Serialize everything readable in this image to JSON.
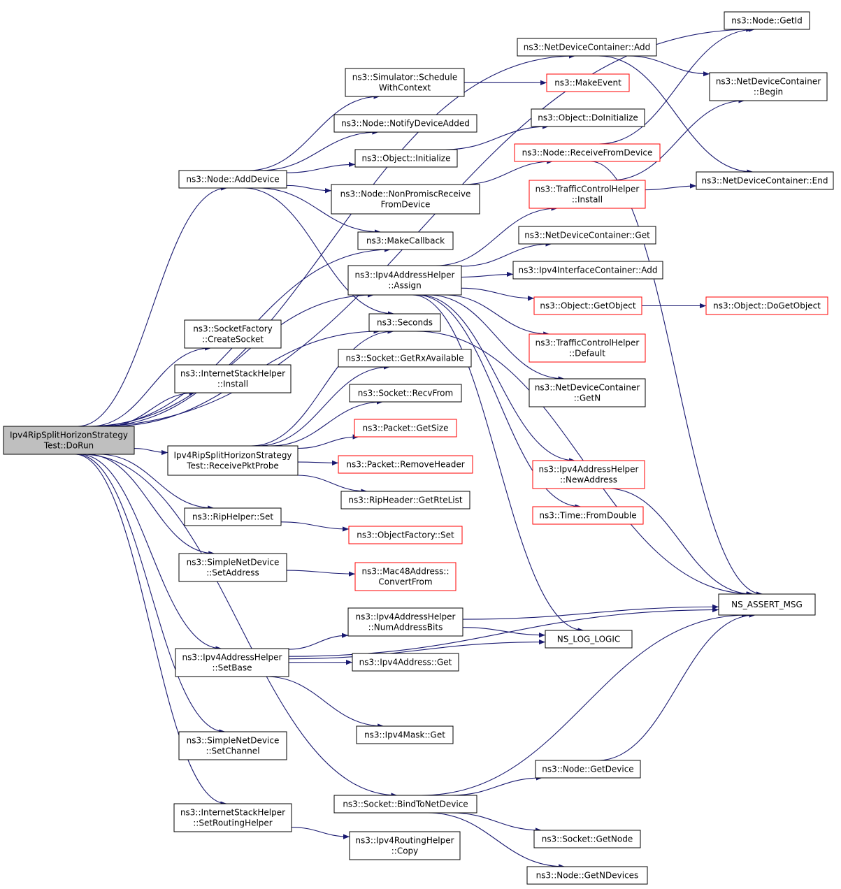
{
  "colors": {
    "edge": "#191970",
    "border_normal": "#000000",
    "border_truncated": "#ff0000",
    "fill_normal": "#ffffff",
    "fill_root": "#bfbfbf"
  },
  "nodes": [
    {
      "id": "dorun",
      "lines": [
        "Ipv4RipSplitHorizonStrategy",
        "Test::DoRun"
      ],
      "style": "root"
    },
    {
      "id": "nodegetid",
      "lines": [
        "ns3::Node::GetId"
      ],
      "style": "normal"
    },
    {
      "id": "ndcadd",
      "lines": [
        "ns3::NetDeviceContainer::Add"
      ],
      "style": "normal"
    },
    {
      "id": "schedctx",
      "lines": [
        "ns3::Simulator::Schedule",
        "WithContext"
      ],
      "style": "normal"
    },
    {
      "id": "makeevent",
      "lines": [
        "ns3::MakeEvent"
      ],
      "style": "truncated"
    },
    {
      "id": "ndcbegin",
      "lines": [
        "ns3::NetDeviceContainer",
        "::Begin"
      ],
      "style": "normal"
    },
    {
      "id": "notifydev",
      "lines": [
        "ns3::Node::NotifyDeviceAdded"
      ],
      "style": "normal"
    },
    {
      "id": "objdoinit",
      "lines": [
        "ns3::Object::DoInitialize"
      ],
      "style": "normal"
    },
    {
      "id": "objinit",
      "lines": [
        "ns3::Object::Initialize"
      ],
      "style": "normal"
    },
    {
      "id": "recvfromdev",
      "lines": [
        "ns3::Node::ReceiveFromDevice"
      ],
      "style": "truncated"
    },
    {
      "id": "adddevice",
      "lines": [
        "ns3::Node::AddDevice"
      ],
      "style": "normal"
    },
    {
      "id": "nonpromisc",
      "lines": [
        "ns3::Node::NonPromiscReceive",
        "FromDevice"
      ],
      "style": "normal"
    },
    {
      "id": "tchinstall",
      "lines": [
        "ns3::TrafficControlHelper",
        "::Install"
      ],
      "style": "truncated"
    },
    {
      "id": "ndcend",
      "lines": [
        "ns3::NetDeviceContainer::End"
      ],
      "style": "normal"
    },
    {
      "id": "ndcget",
      "lines": [
        "ns3::NetDeviceContainer::Get"
      ],
      "style": "normal"
    },
    {
      "id": "makecallback",
      "lines": [
        "ns3::MakeCallback"
      ],
      "style": "normal"
    },
    {
      "id": "ipv4assign",
      "lines": [
        "ns3::Ipv4AddressHelper",
        "::Assign"
      ],
      "style": "normal"
    },
    {
      "id": "iicadd",
      "lines": [
        "ns3::Ipv4InterfaceContainer::Add"
      ],
      "style": "normal"
    },
    {
      "id": "getobject",
      "lines": [
        "ns3::Object::GetObject"
      ],
      "style": "truncated"
    },
    {
      "id": "dogetobject",
      "lines": [
        "ns3::Object::DoGetObject"
      ],
      "style": "truncated"
    },
    {
      "id": "sfcreatesock",
      "lines": [
        "ns3::SocketFactory",
        "::CreateSocket"
      ],
      "style": "normal"
    },
    {
      "id": "seconds",
      "lines": [
        "ns3::Seconds"
      ],
      "style": "normal"
    },
    {
      "id": "tchdefault",
      "lines": [
        "ns3::TrafficControlHelper",
        "::Default"
      ],
      "style": "truncated"
    },
    {
      "id": "getrxavail",
      "lines": [
        "ns3::Socket::GetRxAvailable"
      ],
      "style": "normal"
    },
    {
      "id": "ishinstall",
      "lines": [
        "ns3::InternetStackHelper",
        "::Install"
      ],
      "style": "normal"
    },
    {
      "id": "ndcgetn",
      "lines": [
        "ns3::NetDeviceContainer",
        "::GetN"
      ],
      "style": "normal"
    },
    {
      "id": "recvfrom",
      "lines": [
        "ns3::Socket::RecvFrom"
      ],
      "style": "normal"
    },
    {
      "id": "pktgetsize",
      "lines": [
        "ns3::Packet::GetSize"
      ],
      "style": "truncated"
    },
    {
      "id": "recvprobe",
      "lines": [
        "Ipv4RipSplitHorizonStrategy",
        "Test::ReceivePktProbe"
      ],
      "style": "normal"
    },
    {
      "id": "removeheader",
      "lines": [
        "ns3::Packet::RemoveHeader"
      ],
      "style": "truncated"
    },
    {
      "id": "newaddress",
      "lines": [
        "ns3::Ipv4AddressHelper",
        "::NewAddress"
      ],
      "style": "truncated"
    },
    {
      "id": "getrtelist",
      "lines": [
        "ns3::RipHeader::GetRteList"
      ],
      "style": "normal"
    },
    {
      "id": "riphelperset",
      "lines": [
        "ns3::RipHelper::Set"
      ],
      "style": "normal"
    },
    {
      "id": "fromdouble",
      "lines": [
        "ns3::Time::FromDouble"
      ],
      "style": "truncated"
    },
    {
      "id": "objfactset",
      "lines": [
        "ns3::ObjectFactory::Set"
      ],
      "style": "truncated"
    },
    {
      "id": "setaddress",
      "lines": [
        "ns3::SimpleNetDevice",
        "::SetAddress"
      ],
      "style": "normal"
    },
    {
      "id": "convertfrom",
      "lines": [
        "ns3::Mac48Address::",
        "ConvertFrom"
      ],
      "style": "truncated"
    },
    {
      "id": "assertmsg",
      "lines": [
        "NS_ASSERT_MSG"
      ],
      "style": "normal"
    },
    {
      "id": "numaddrbits",
      "lines": [
        "ns3::Ipv4AddressHelper",
        "::NumAddressBits"
      ],
      "style": "normal"
    },
    {
      "id": "loglogic",
      "lines": [
        "NS_LOG_LOGIC"
      ],
      "style": "normal"
    },
    {
      "id": "setbase",
      "lines": [
        "ns3::Ipv4AddressHelper",
        "::SetBase"
      ],
      "style": "normal"
    },
    {
      "id": "ipv4addrget",
      "lines": [
        "ns3::Ipv4Address::Get"
      ],
      "style": "normal"
    },
    {
      "id": "ipv4maskget",
      "lines": [
        "ns3::Ipv4Mask::Get"
      ],
      "style": "normal"
    },
    {
      "id": "setchannel",
      "lines": [
        "ns3::SimpleNetDevice",
        "::SetChannel"
      ],
      "style": "normal"
    },
    {
      "id": "nodegetdevice",
      "lines": [
        "ns3::Node::GetDevice"
      ],
      "style": "normal"
    },
    {
      "id": "bindtonetdev",
      "lines": [
        "ns3::Socket::BindToNetDevice"
      ],
      "style": "normal"
    },
    {
      "id": "setroutinghelper",
      "lines": [
        "ns3::InternetStackHelper",
        "::SetRoutingHelper"
      ],
      "style": "normal"
    },
    {
      "id": "sockgetnode",
      "lines": [
        "ns3::Socket::GetNode"
      ],
      "style": "normal"
    },
    {
      "id": "routingcopy",
      "lines": [
        "ns3::Ipv4RoutingHelper",
        "::Copy"
      ],
      "style": "normal"
    },
    {
      "id": "getndevices",
      "lines": [
        "ns3::Node::GetNDevices"
      ],
      "style": "normal"
    }
  ],
  "edges": [
    [
      "dorun",
      "nodegetid"
    ],
    [
      "dorun",
      "ndcadd"
    ],
    [
      "dorun",
      "adddevice"
    ],
    [
      "dorun",
      "makecallback"
    ],
    [
      "dorun",
      "ipv4assign"
    ],
    [
      "dorun",
      "sfcreatesock"
    ],
    [
      "dorun",
      "seconds"
    ],
    [
      "dorun",
      "ishinstall"
    ],
    [
      "dorun",
      "recvprobe"
    ],
    [
      "dorun",
      "riphelperset"
    ],
    [
      "dorun",
      "setaddress"
    ],
    [
      "dorun",
      "setbase"
    ],
    [
      "dorun",
      "setchannel"
    ],
    [
      "dorun",
      "bindtonetdev"
    ],
    [
      "dorun",
      "setroutinghelper"
    ],
    [
      "ndcadd",
      "ndcbegin"
    ],
    [
      "ndcadd",
      "ndcend"
    ],
    [
      "schedctx",
      "makeevent"
    ],
    [
      "adddevice",
      "schedctx"
    ],
    [
      "adddevice",
      "notifydev"
    ],
    [
      "adddevice",
      "objinit"
    ],
    [
      "adddevice",
      "nonpromisc"
    ],
    [
      "adddevice",
      "makecallback"
    ],
    [
      "adddevice",
      "seconds"
    ],
    [
      "objinit",
      "objdoinit"
    ],
    [
      "nonpromisc",
      "recvfromdev"
    ],
    [
      "recvfromdev",
      "nodegetid"
    ],
    [
      "recvfromdev",
      "assertmsg"
    ],
    [
      "ipv4assign",
      "tchinstall"
    ],
    [
      "ipv4assign",
      "ndcget"
    ],
    [
      "ipv4assign",
      "iicadd"
    ],
    [
      "ipv4assign",
      "getobject"
    ],
    [
      "ipv4assign",
      "tchdefault"
    ],
    [
      "ipv4assign",
      "ndcgetn"
    ],
    [
      "ipv4assign",
      "newaddress"
    ],
    [
      "ipv4assign",
      "fromdouble"
    ],
    [
      "ipv4assign",
      "loglogic"
    ],
    [
      "tchinstall",
      "ndcbegin"
    ],
    [
      "tchinstall",
      "ndcend"
    ],
    [
      "getobject",
      "dogetobject"
    ],
    [
      "seconds",
      "assertmsg"
    ],
    [
      "recvprobe",
      "getrxavail"
    ],
    [
      "recvprobe",
      "recvfrom"
    ],
    [
      "recvprobe",
      "pktgetsize"
    ],
    [
      "recvprobe",
      "removeheader"
    ],
    [
      "recvprobe",
      "getrtelist"
    ],
    [
      "recvprobe",
      "seconds"
    ],
    [
      "newaddress",
      "assertmsg"
    ],
    [
      "riphelperset",
      "objfactset"
    ],
    [
      "setaddress",
      "convertfrom"
    ],
    [
      "numaddrbits",
      "assertmsg"
    ],
    [
      "numaddrbits",
      "loglogic"
    ],
    [
      "setbase",
      "numaddrbits"
    ],
    [
      "setbase",
      "ipv4addrget"
    ],
    [
      "setbase",
      "loglogic"
    ],
    [
      "setbase",
      "ipv4maskget"
    ],
    [
      "setbase",
      "assertmsg"
    ],
    [
      "bindtonetdev",
      "nodegetdevice"
    ],
    [
      "bindtonetdev",
      "sockgetnode"
    ],
    [
      "bindtonetdev",
      "getndevices"
    ],
    [
      "bindtonetdev",
      "assertmsg"
    ],
    [
      "nodegetdevice",
      "assertmsg"
    ],
    [
      "setroutinghelper",
      "routingcopy"
    ]
  ]
}
